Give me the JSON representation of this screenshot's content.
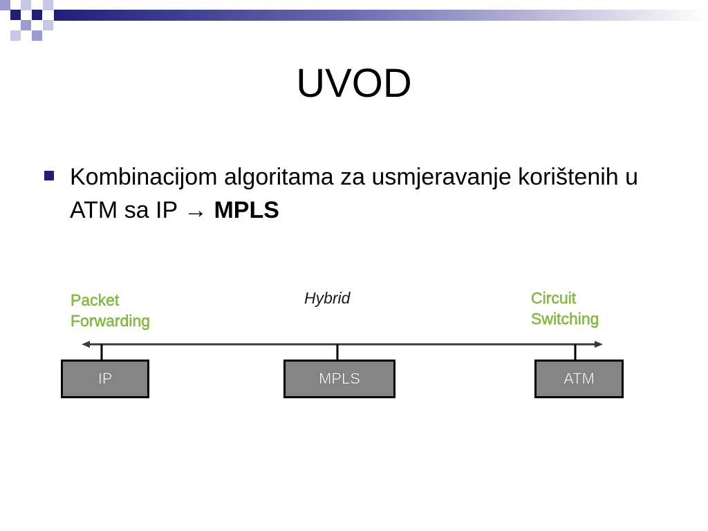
{
  "slide": {
    "title": "UVOD",
    "bullet": {
      "text_part1": "Kombinacijom algoritama za usmjeravanje korištenih u ATM sa IP → ",
      "text_bold": "MPLS"
    }
  },
  "diagram": {
    "left_label_line1": "Packet",
    "left_label_line2": "Forwarding",
    "middle_label": "Hybrid",
    "right_label_line1": "Circuit",
    "right_label_line2": "Switching",
    "boxes": [
      {
        "label": "IP"
      },
      {
        "label": "MPLS"
      },
      {
        "label": "ATM"
      }
    ]
  },
  "colors": {
    "label_green": "#8cc63e",
    "box_fill": "#858585",
    "header_navy": "#1f1f7a",
    "header_lavender": "#9b9bd0"
  }
}
